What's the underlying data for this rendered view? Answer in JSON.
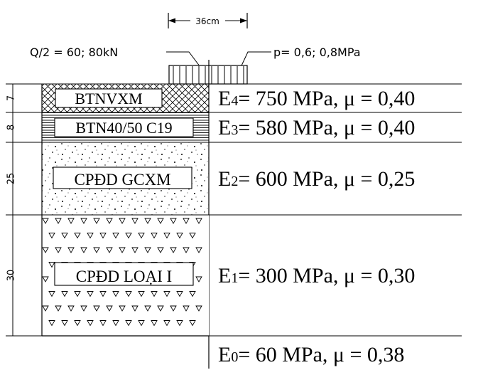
{
  "load": {
    "wheel_width": "36cm",
    "axle_load": "Q/2 = 60; 80kN",
    "tire_pressure": "p= 0,6; 0,8MPa"
  },
  "layers": [
    {
      "thickness": "7",
      "material": "BTNVXM",
      "hatch": "crosshatch",
      "modulus_symbol": "E",
      "modulus_index": "4",
      "modulus_text": "= 750 MPa, μ = 0,40"
    },
    {
      "thickness": "8",
      "material": "BTN40/50 C19",
      "hatch": "horizontal-lines",
      "modulus_symbol": "E",
      "modulus_index": "3",
      "modulus_text": "= 580 MPa, μ = 0,40"
    },
    {
      "thickness": "25",
      "material": "CPĐD GCXM",
      "hatch": "stipple",
      "modulus_symbol": "E",
      "modulus_index": "2",
      "modulus_text": "= 600 MPa, μ = 0,25"
    },
    {
      "thickness": "30",
      "material": "CPĐD LOẠI I",
      "hatch": "triangles",
      "modulus_symbol": "E",
      "modulus_index": "1",
      "modulus_text": "= 300 MPa, μ = 0,30"
    }
  ],
  "subgrade": {
    "modulus_symbol": "E",
    "modulus_index": "0",
    "modulus_text": "= 60 MPa, μ = 0,38"
  }
}
